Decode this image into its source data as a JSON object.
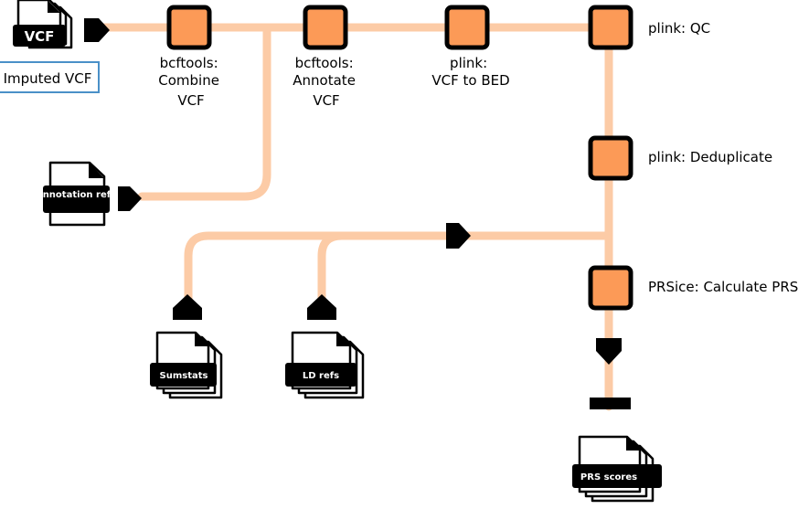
{
  "inputs": {
    "vcf": {
      "icon_text": "VCF",
      "label": "Imputed VCF"
    },
    "annotation": {
      "icon_text": "Annotation refs"
    },
    "sumstats": {
      "icon_text": "Sumstats"
    },
    "ld": {
      "icon_text": "LD refs"
    }
  },
  "steps": [
    {
      "label_lines": [
        "bcftools:",
        "Combine",
        "VCF"
      ]
    },
    {
      "label_lines": [
        "bcftools:",
        "Annotate",
        "VCF"
      ]
    },
    {
      "label_lines": [
        "plink:",
        "VCF to BED"
      ]
    },
    {
      "label_lines": [
        "plink: QC"
      ]
    },
    {
      "label_lines": [
        "plink: Deduplicate"
      ]
    },
    {
      "label_lines": [
        "PRSice: Calculate PRS"
      ]
    }
  ],
  "output": {
    "icon_text": "PRS scores"
  },
  "colors": {
    "pipe": "#fccba6",
    "step_fill": "#fc9a57",
    "step_border": "#000000",
    "input_label_border": "#4a90c8"
  }
}
